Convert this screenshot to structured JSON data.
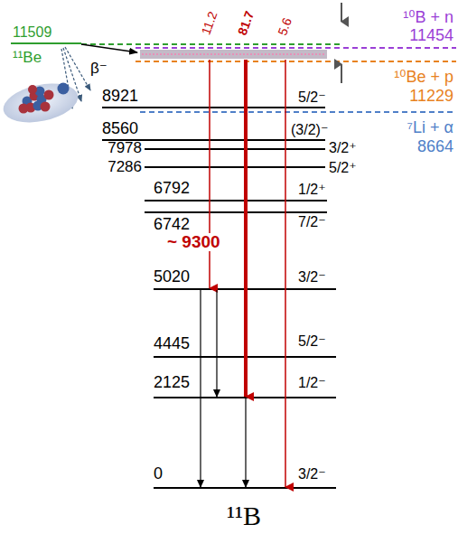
{
  "diagram": {
    "labels": [
      "11509",
      "¹¹Be",
      "β⁻",
      "11.2",
      "81.7",
      "5.6",
      "¹⁰B + n",
      "11454",
      "¹⁰Be + p",
      "11229",
      "⁷Li + α",
      "8664",
      "8921",
      "5/2⁻",
      "8560",
      "(3/2)⁻",
      "7978",
      "3/2⁺",
      "7286",
      "5/2⁺",
      "6792",
      "1/2⁺",
      "6742",
      "7/2⁻",
      "~ 9300",
      "5020",
      "3/2⁻",
      "4445",
      "5/2⁻",
      "2125",
      "1/2⁻",
      "0",
      "3/2⁻",
      "¹¹B"
    ]
  }
}
